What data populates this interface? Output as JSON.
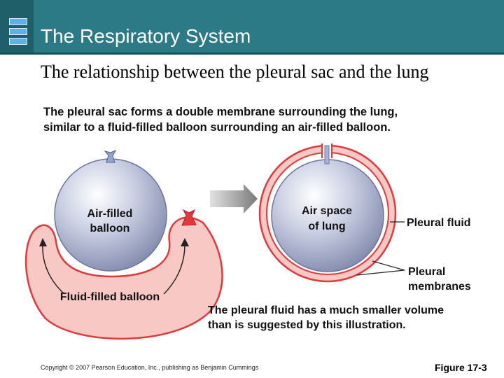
{
  "header": {
    "title": "The Respiratory System"
  },
  "subtitle": "The relationship between the pleural sac and the lung",
  "diagram": {
    "caption_line1": "The pleural sac forms a double membrane surrounding the lung,",
    "caption_line2": "similar to a fluid-filled balloon surrounding an air-filled balloon.",
    "air_balloon_line1": "Air-filled",
    "air_balloon_line2": "balloon",
    "fluid_balloon": "Fluid-filled balloon",
    "air_space_line1": "Air space",
    "air_space_line2": "of lung",
    "pleural_fluid": "Pleural fluid",
    "pleural_membranes_line1": "Pleural",
    "pleural_membranes_line2": "membranes",
    "note_line1": "The pleural fluid has a much smaller volume",
    "note_line2": "than is suggested by this illustration."
  },
  "footer": {
    "copyright": "Copyright © 2007 Pearson Education, Inc., publishing as Benjamin Cummings",
    "figure_label": "Figure 17-3"
  },
  "colors": {
    "header": "#2b7a86",
    "pleural_red": "#e0393c",
    "fluid_pink": "#f8c9c4",
    "balloon_blue": "#a6adc9"
  }
}
